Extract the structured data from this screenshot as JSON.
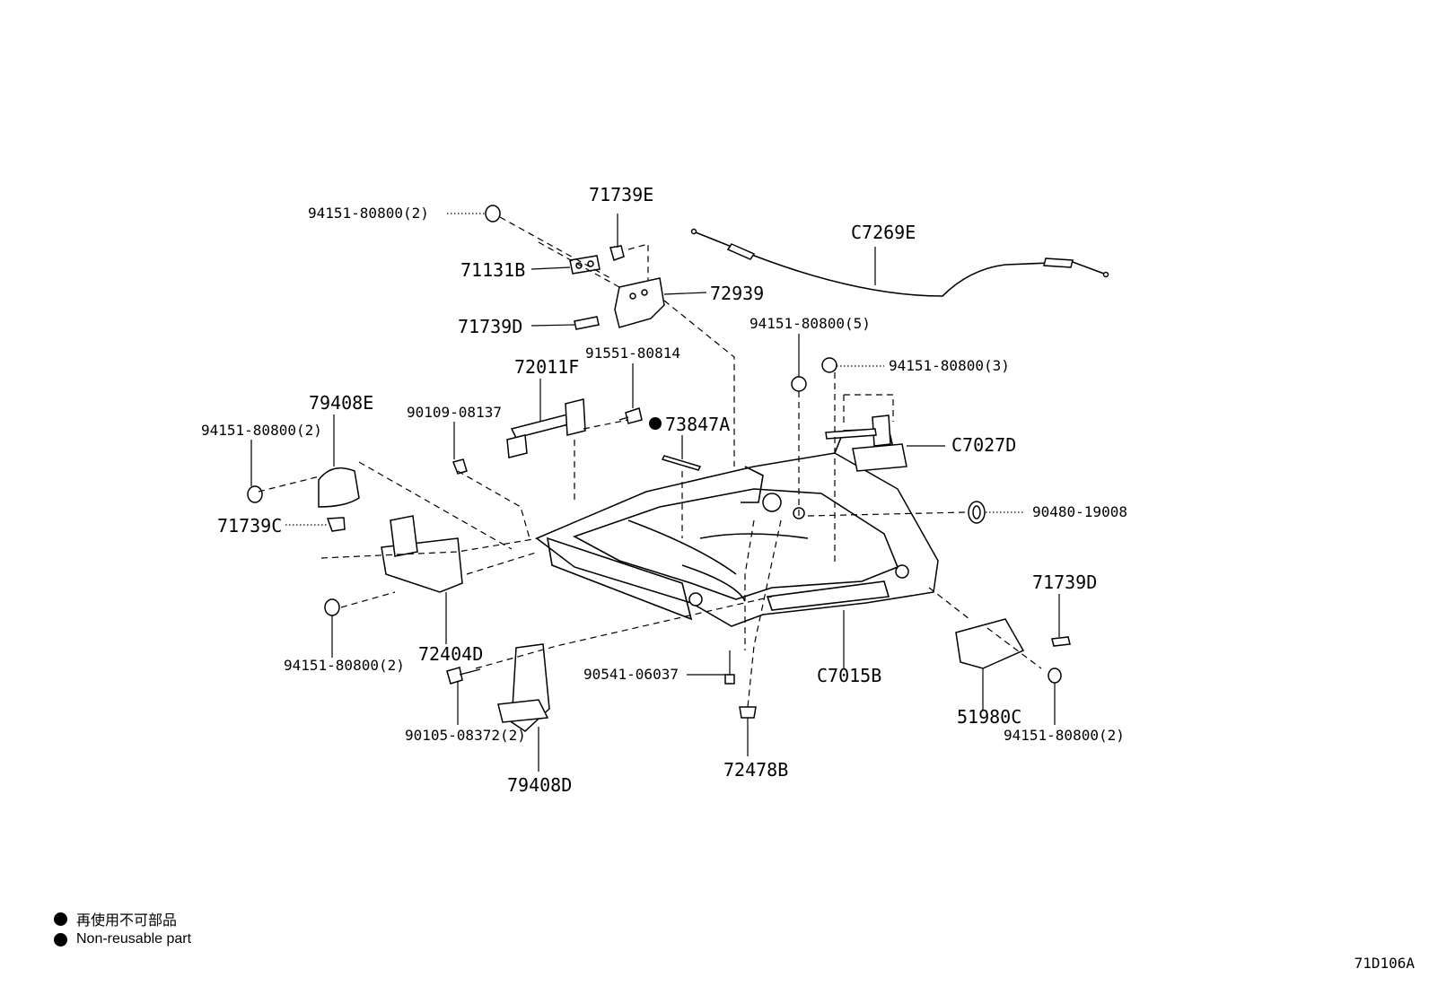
{
  "callouts": {
    "p94151_top": "94151-80800(2)",
    "p71739E": "71739E",
    "p71131B": "71131B",
    "p72939": "72939",
    "p71739D_top": "71739D",
    "pC7269E": "C7269E",
    "p94151_5": "94151-80800(5)",
    "p94151_3": "94151-80800(3)",
    "pC7027D": "C7027D",
    "p72011F": "72011F",
    "p91551": "91551-80814",
    "p73847A": "73847A",
    "p79408E": "79408E",
    "p90109": "90109-08137",
    "p94151_left": "94151-80800(2)",
    "p71739C": "71739C",
    "p90480": "90480-19008",
    "p71739D_right": "71739D",
    "p72404D": "72404D",
    "p94151_bl": "94151-80800(2)",
    "p90541": "90541-06037",
    "pC7015B": "C7015B",
    "p90105": "90105-08372(2)",
    "p51980C": "51980C",
    "p94151_br": "94151-80800(2)",
    "p72478B": "72478B",
    "p79408D": "79408D"
  },
  "legend": {
    "line1": "再使用不可部品",
    "line2": "Non-reusable part"
  },
  "diagram_code": "71D106A"
}
